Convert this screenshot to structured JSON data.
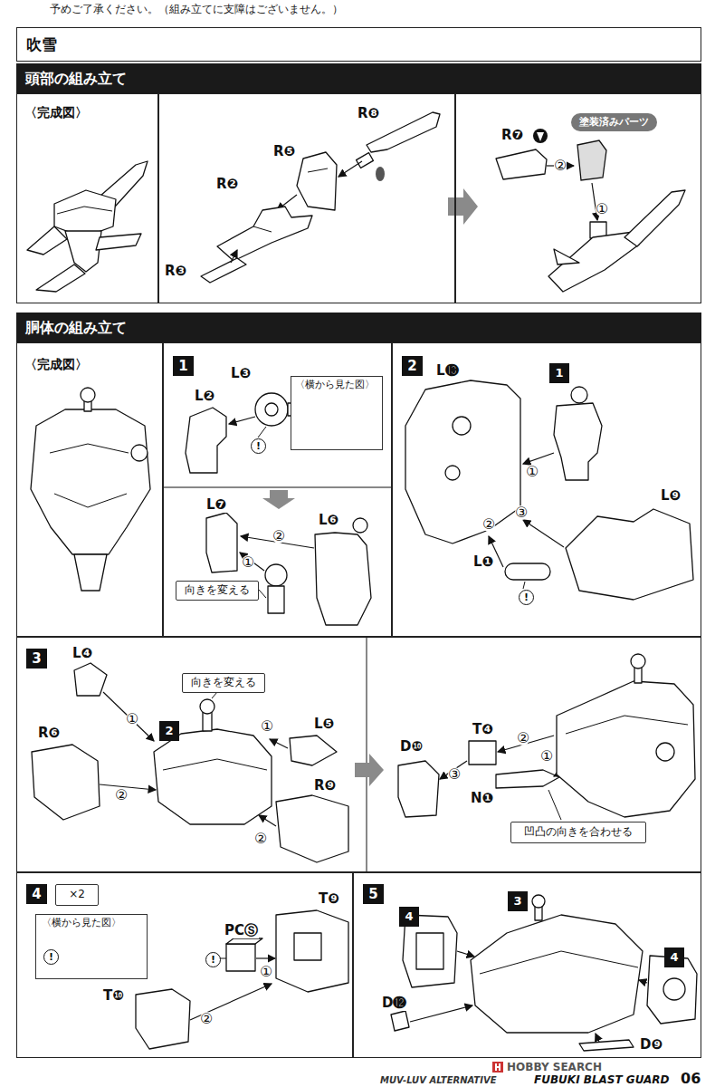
{
  "diagram": {
    "nodes": [
      {
        "text": [
          "吹雪"
        ]
      },
      {
        "text": [
          "頭部の組み立て"
        ]
      },
      {
        "text": [
          "〈完成図〉"
        ]
      },
      {
        "text": [
          "R❽",
          "R❺",
          "R❷",
          "R❸"
        ]
      },
      {
        "text": [
          "R❼",
          "②",
          "①"
        ]
      },
      {
        "text": [
          "塗装済みパーツ"
        ],
        "in": 4
      },
      {
        "text": [
          "胴体の組み立て"
        ]
      },
      {
        "text": [
          "〈完成図〉"
        ]
      },
      {
        "text": [
          "L❸",
          "L❷",
          "!",
          "L❼",
          "②",
          "①",
          "L❻"
        ]
      },
      {
        "text": [
          "1"
        ],
        "in": 8
      },
      {
        "text": [
          "〈横から見た図〉"
        ],
        "in": 8
      },
      {
        "text": [
          "向きを変える"
        ],
        "in": 8
      },
      {
        "text": [
          "L⓭",
          "①",
          "③",
          "②",
          "L❶",
          "!",
          "L❾"
        ]
      },
      {
        "text": [
          "2"
        ],
        "in": 12
      },
      {
        "text": [
          "1"
        ],
        "in": 12
      },
      {
        "text": [
          "L❹",
          "R❻",
          "①",
          "②",
          "①",
          "L❺",
          "②",
          "R❾",
          "D❿",
          "③",
          "T❹",
          "②",
          "①",
          "N❶"
        ]
      },
      {
        "text": [
          "3"
        ],
        "in": 15
      },
      {
        "text": [
          "2"
        ],
        "in": 15
      },
      {
        "text": [
          "向きを変える"
        ],
        "in": 15
      },
      {
        "text": [
          "凹凸の向きを合わせる"
        ],
        "in": 15
      },
      {
        "text": [
          "PCⓈ",
          "!",
          "T❾",
          "①",
          "T❿",
          "②"
        ]
      },
      {
        "text": [
          "4"
        ],
        "in": 20
      },
      {
        "text": [
          "×2"
        ],
        "in": 20
      },
      {
        "text": [
          "〈横から見た図〉",
          "!"
        ],
        "in": 20
      },
      {
        "text": [
          "D⓬",
          "D❾"
        ]
      },
      {
        "text": [
          "5"
        ],
        "in": 24
      },
      {
        "text": [
          "4"
        ],
        "in": 24
      },
      {
        "text": [
          "3"
        ],
        "in": 24
      },
      {
        "text": [
          "4"
        ],
        "in": 24
      }
    ],
    "labels": [
      "予めご了承ください。（組み立てに支障はございません。）",
      "MUV-LUV ALTERNATIVE",
      "FUBUKI BLAST GUARD",
      "06",
      "HOBBY SEARCH"
    ]
  }
}
